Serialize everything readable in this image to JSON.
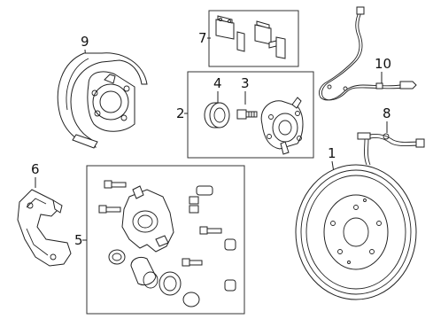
{
  "callouts": {
    "n1": "1",
    "n2": "2",
    "n3": "3",
    "n4": "4",
    "n5": "5",
    "n6": "6",
    "n7": "7",
    "n8": "8",
    "n9": "9",
    "n10": "10"
  },
  "parts": [
    {
      "key": "n1",
      "name": "brake-rotor"
    },
    {
      "key": "n2",
      "name": "hub-bearing-group"
    },
    {
      "key": "n3",
      "name": "hub-bolt"
    },
    {
      "key": "n4",
      "name": "wheel-bearing"
    },
    {
      "key": "n5",
      "name": "caliper-kit-group"
    },
    {
      "key": "n6",
      "name": "caliper-support"
    },
    {
      "key": "n7",
      "name": "brake-pads"
    },
    {
      "key": "n8",
      "name": "brake-hose"
    },
    {
      "key": "n9",
      "name": "dust-shield"
    },
    {
      "key": "n10",
      "name": "abs-sensor"
    }
  ]
}
